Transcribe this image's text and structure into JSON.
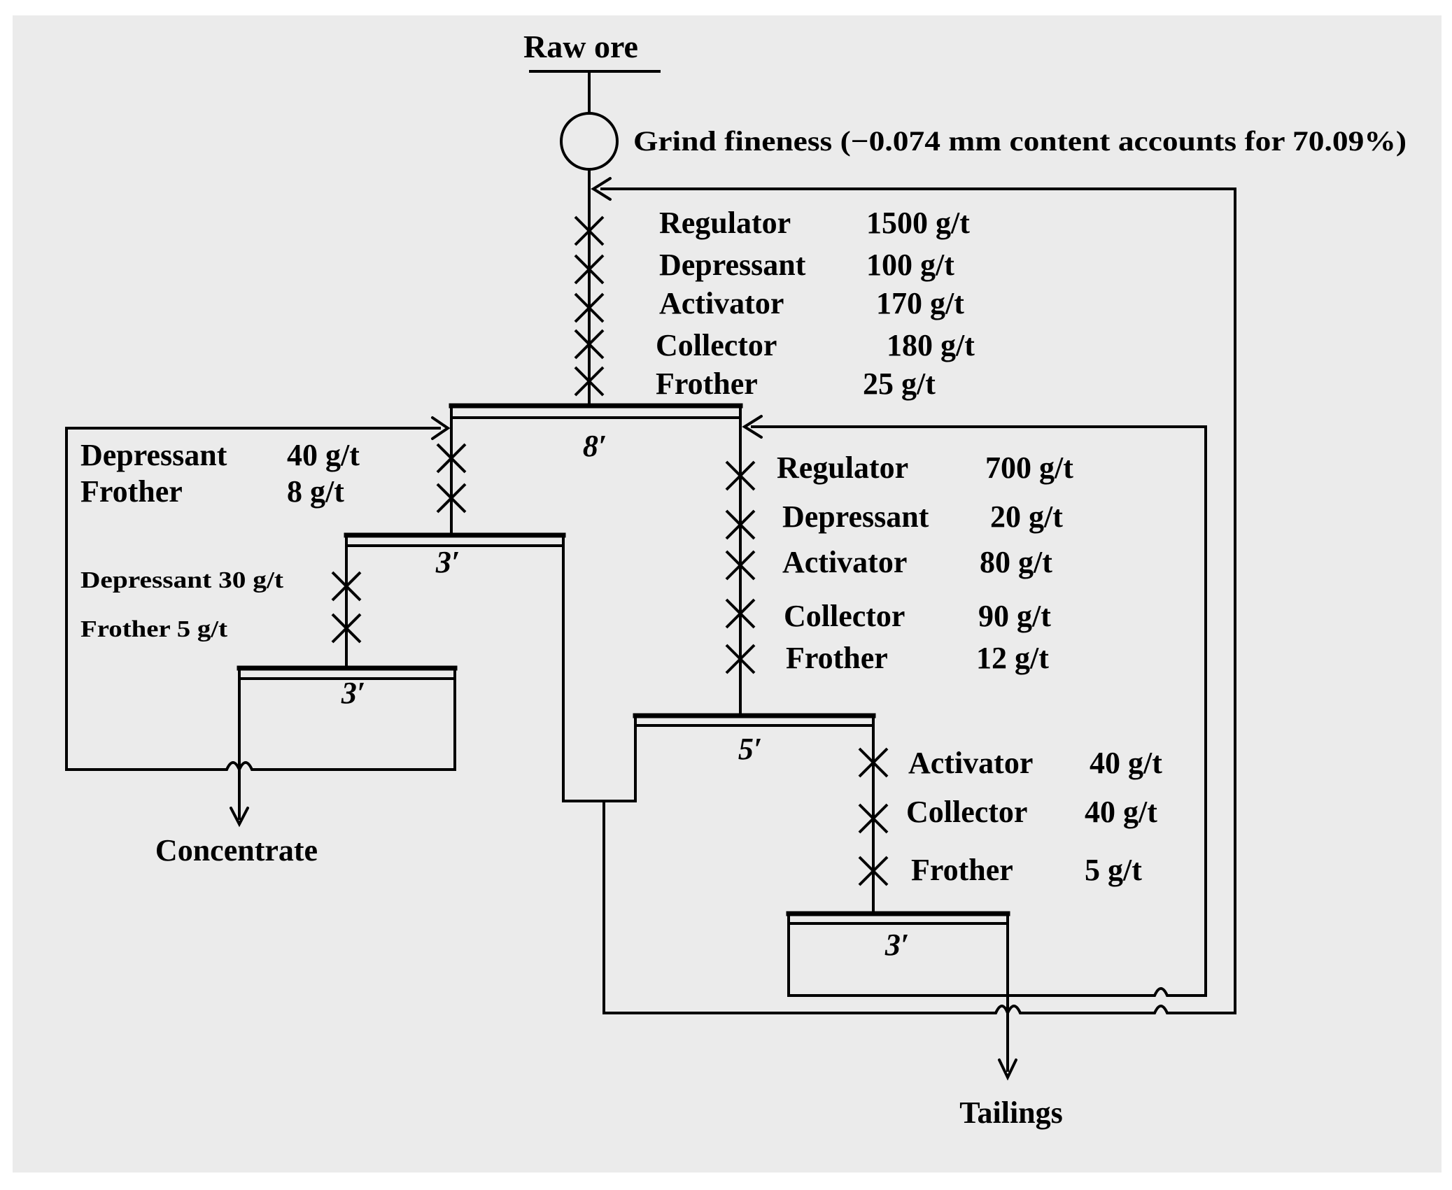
{
  "colors": {
    "background": "#ebebeb",
    "ink": "#000000",
    "page": "#ffffff"
  },
  "input": {
    "label": "Raw ore"
  },
  "grinding": {
    "label": "Grind fineness (−0.074 mm content accounts for 70.09%)"
  },
  "rougher": {
    "time": "8′",
    "reagents": [
      {
        "name": "Regulator",
        "dose": "1500 g/t"
      },
      {
        "name": "Depressant",
        "dose": "100 g/t"
      },
      {
        "name": "Activator",
        "dose": "170 g/t"
      },
      {
        "name": "Collector",
        "dose": "180 g/t"
      },
      {
        "name": "Frother",
        "dose": "25 g/t"
      }
    ]
  },
  "cleaner1": {
    "time": "3′",
    "reagents": [
      {
        "name": "Depressant",
        "dose": "40 g/t"
      },
      {
        "name": "Frother",
        "dose": "8 g/t"
      }
    ]
  },
  "cleaner2": {
    "time": "3′",
    "reagents": [
      {
        "text": "Depressant 30 g/t"
      },
      {
        "text": "Frother 5 g/t"
      }
    ]
  },
  "scavenger1": {
    "time": "5′",
    "reagents": [
      {
        "name": "Regulator",
        "dose": "700 g/t"
      },
      {
        "name": "Depressant",
        "dose": "20 g/t"
      },
      {
        "name": "Activator",
        "dose": "80 g/t"
      },
      {
        "name": "Collector",
        "dose": "90 g/t"
      },
      {
        "name": "Frother",
        "dose": "12 g/t"
      }
    ]
  },
  "scavenger2": {
    "time": "3′",
    "reagents": [
      {
        "name": "Activator",
        "dose": "40 g/t"
      },
      {
        "name": "Collector",
        "dose": "40 g/t"
      },
      {
        "name": "Frother",
        "dose": "5 g/t"
      }
    ]
  },
  "outputs": {
    "concentrate": "Concentrate",
    "tailings": "Tailings"
  }
}
